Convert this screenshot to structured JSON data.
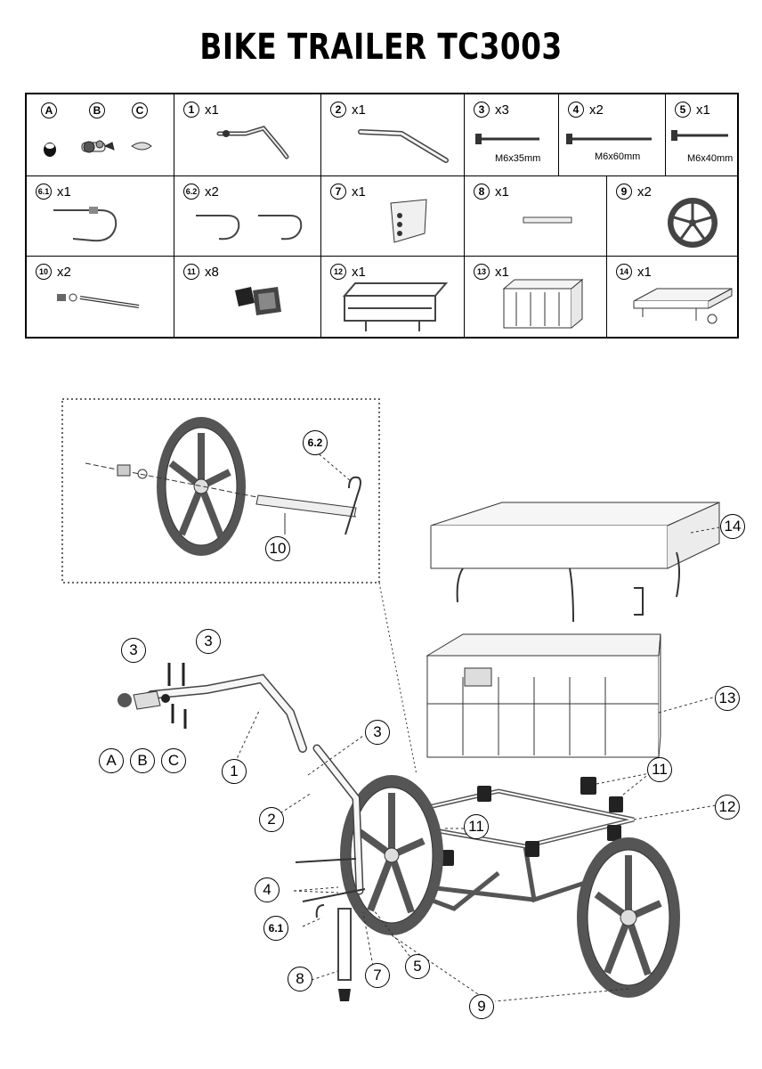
{
  "title": "BIKE TRAILER TC3003",
  "parts": [
    {
      "id": "A",
      "qty": ""
    },
    {
      "id": "B",
      "qty": ""
    },
    {
      "id": "C",
      "qty": ""
    },
    {
      "id": "1",
      "qty": "x1"
    },
    {
      "id": "2",
      "qty": "x1"
    },
    {
      "id": "3",
      "qty": "x3",
      "spec": "M6x35mm"
    },
    {
      "id": "4",
      "qty": "x2",
      "spec": "M6x60mm"
    },
    {
      "id": "5",
      "qty": "x1",
      "spec": "M6x40mm"
    },
    {
      "id": "6.1",
      "qty": "x1"
    },
    {
      "id": "6.2",
      "qty": "x2"
    },
    {
      "id": "7",
      "qty": "x1"
    },
    {
      "id": "8",
      "qty": "x1"
    },
    {
      "id": "9",
      "qty": "x2"
    },
    {
      "id": "10",
      "qty": "x2"
    },
    {
      "id": "11",
      "qty": "x8"
    },
    {
      "id": "12",
      "qty": "x1"
    },
    {
      "id": "13",
      "qty": "x1"
    },
    {
      "id": "14",
      "qty": "x1"
    }
  ],
  "callouts": {
    "c1": "1",
    "c2": "2",
    "c3a": "3",
    "c3b": "3",
    "c3c": "3",
    "c4": "4",
    "c5": "5",
    "c61": "6.1",
    "c62": "6.2",
    "c7": "7",
    "c8": "8",
    "c9": "9",
    "c10": "10",
    "c11a": "11",
    "c11b": "11",
    "c12": "12",
    "c13": "13",
    "c14": "14",
    "cA": "A",
    "cB": "B",
    "cC": "C"
  }
}
